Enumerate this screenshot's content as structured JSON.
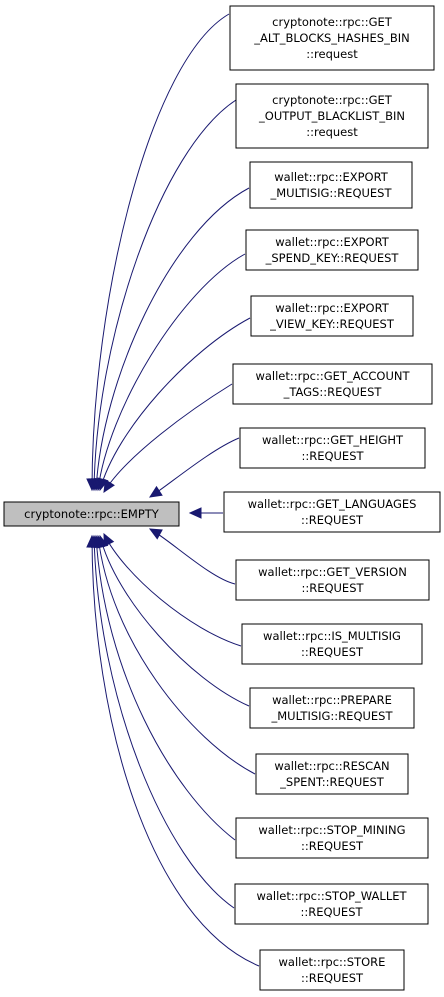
{
  "base": {
    "label": "cryptonote::rpc::EMPTY"
  },
  "derived": [
    {
      "lines": [
        "cryptonote::rpc::GET",
        "_ALT_BLOCKS_HASHES_BIN",
        "::request"
      ]
    },
    {
      "lines": [
        "cryptonote::rpc::GET",
        "_OUTPUT_BLACKLIST_BIN",
        "::request"
      ]
    },
    {
      "lines": [
        "wallet::rpc::EXPORT",
        "_MULTISIG::REQUEST"
      ]
    },
    {
      "lines": [
        "wallet::rpc::EXPORT",
        "_SPEND_KEY::REQUEST"
      ]
    },
    {
      "lines": [
        "wallet::rpc::EXPORT",
        "_VIEW_KEY::REQUEST"
      ]
    },
    {
      "lines": [
        "wallet::rpc::GET_ACCOUNT",
        "_TAGS::REQUEST"
      ]
    },
    {
      "lines": [
        "wallet::rpc::GET_HEIGHT",
        "::REQUEST"
      ]
    },
    {
      "lines": [
        "wallet::rpc::GET_LANGUAGES",
        "::REQUEST"
      ]
    },
    {
      "lines": [
        "wallet::rpc::GET_VERSION",
        "::REQUEST"
      ]
    },
    {
      "lines": [
        "wallet::rpc::IS_MULTISIG",
        "::REQUEST"
      ]
    },
    {
      "lines": [
        "wallet::rpc::PREPARE",
        "_MULTISIG::REQUEST"
      ]
    },
    {
      "lines": [
        "wallet::rpc::RESCAN",
        "_SPENT::REQUEST"
      ]
    },
    {
      "lines": [
        "wallet::rpc::STOP_MINING",
        "::REQUEST"
      ]
    },
    {
      "lines": [
        "wallet::rpc::STOP_WALLET",
        "::REQUEST"
      ]
    },
    {
      "lines": [
        "wallet::rpc::STORE",
        "::REQUEST"
      ]
    }
  ],
  "colors": {
    "edge": "#191970",
    "base_fill": "#bfbfbf",
    "node_fill": "#ffffff",
    "node_border": "#000000"
  }
}
